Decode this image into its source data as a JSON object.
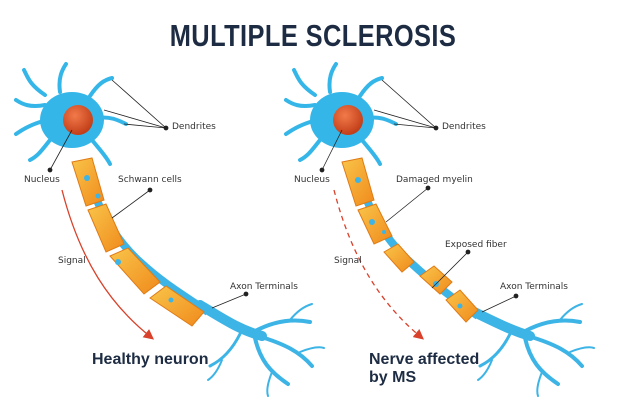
{
  "title": "MULTIPLE SCLEROSIS",
  "healthy": {
    "dendrites": "Dendrites",
    "nucleus": "Nucleus",
    "schwann": "Schwann cells",
    "signal": "Signal",
    "axon_terminals": "Axon Terminals",
    "caption": "Healthy neuron"
  },
  "ms": {
    "dendrites": "Dendrites",
    "nucleus": "Nucleus",
    "damaged_myelin": "Damaged myelin",
    "exposed_fiber": "Exposed fiber",
    "signal": "Signal",
    "axon_terminals": "Axon Terminals",
    "caption_line1": "Nerve affected",
    "caption_line2": "by MS"
  },
  "colors": {
    "cell_body": "#35b6e8",
    "nucleus": "#e0562a",
    "myelin": "#f5a623",
    "signal_arrow": "#d9412a",
    "title": "#1d2c43"
  }
}
